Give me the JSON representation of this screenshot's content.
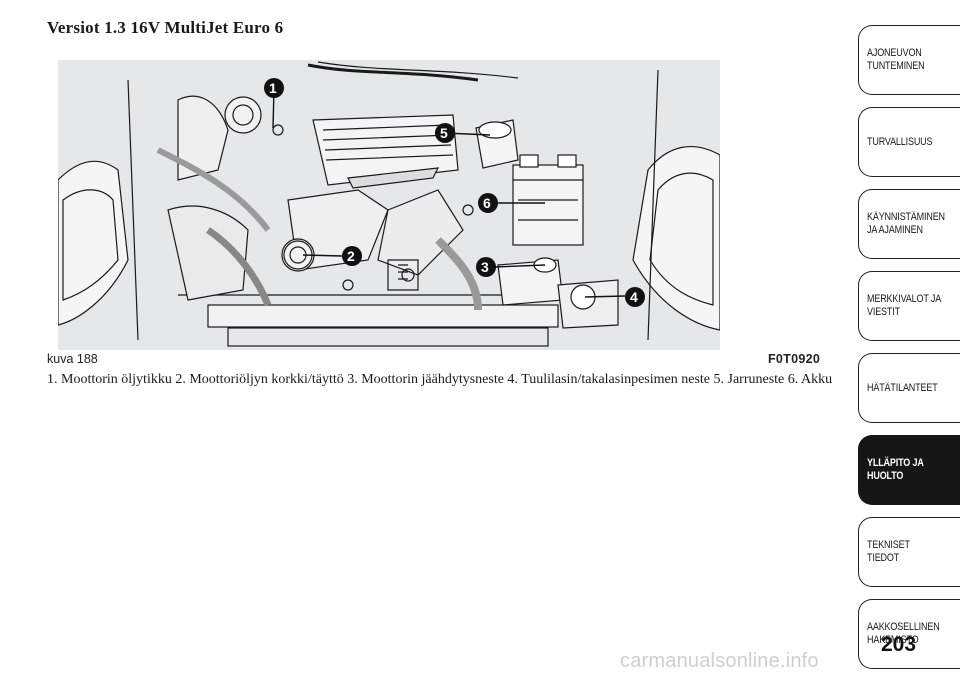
{
  "section_title": "Versiot 1.3 16V MultiJet Euro 6",
  "figure": {
    "label": "kuva 188",
    "code": "F0T0920",
    "callouts": [
      "1",
      "2",
      "3",
      "4",
      "5",
      "6"
    ]
  },
  "caption": "1. Moottorin öljytikku 2. Moottoriöljyn korkki/täyttö 3. Moottorin jäähdytysneste 4. Tuulilasin/takalasinpesimen neste 5. Jarruneste 6. Akku",
  "nav": {
    "items": [
      {
        "label": "AJONEUVON\nTUNTEMINEN",
        "active": false
      },
      {
        "label": "TURVALLISUUS",
        "active": false
      },
      {
        "label": "KÄYNNISTÄMINEN\nJA AJAMINEN",
        "active": false
      },
      {
        "label": "MERKKIVALOT JA\nVIESTIT",
        "active": false
      },
      {
        "label": "HÄTÄTILANTEET",
        "active": false
      },
      {
        "label": "YLLÄPITO JA\nHUOLTO",
        "active": true
      },
      {
        "label": "TEKNISET TIEDOT",
        "active": false
      },
      {
        "label": "AAKKOSELLINEN\nHAKEMISTO",
        "active": false
      }
    ]
  },
  "page_number": "203",
  "watermark": "carmanualsonline.info",
  "colors": {
    "figure_bg": "#e6e7e8",
    "active_tab": "#161616",
    "line": "#1a1a1a"
  }
}
